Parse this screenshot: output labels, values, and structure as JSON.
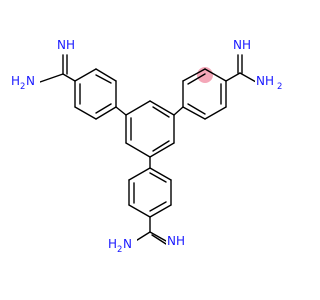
{
  "molecule": {
    "labels": {
      "imine_top_left": "NH",
      "amine_top_left": "H",
      "amine_top_left_sub": "2",
      "amine_top_left_n": "N",
      "imine_top_right": "NH",
      "amine_top_right": "NH",
      "amine_top_right_sub": "2",
      "imine_bottom": "NH",
      "amine_bottom": "H",
      "amine_bottom_sub": "2",
      "amine_bottom_n": "N"
    },
    "colors": {
      "bond": "#000000",
      "heteroatom": "#1a1aff",
      "highlight": "#f08aa0"
    }
  }
}
